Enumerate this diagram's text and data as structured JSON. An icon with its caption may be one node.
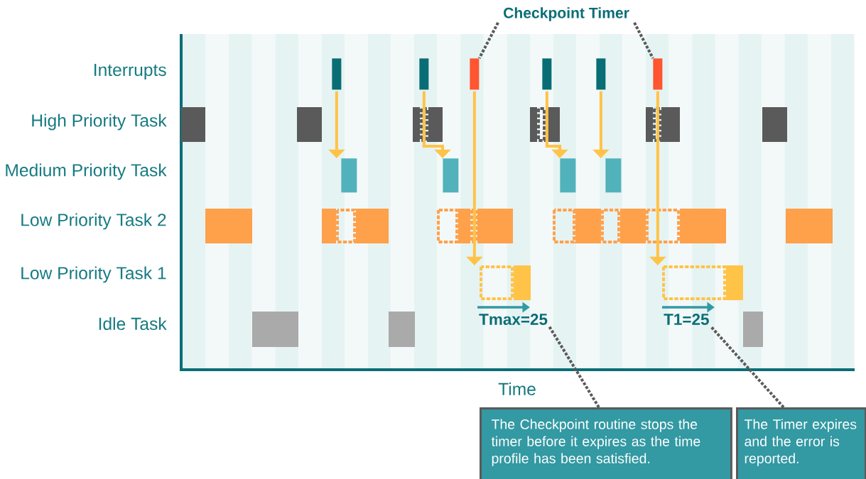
{
  "diagram": {
    "nodes": [
      {
        "text": [
          "Checkpoint Timer"
        ]
      },
      {
        "text": [],
        "shape": "bar"
      },
      {
        "text": [],
        "shape": "bar"
      },
      {
        "text": [],
        "shape": "bar"
      },
      {
        "text": [],
        "shape": "bar"
      },
      {
        "text": [],
        "shape": "bar"
      },
      {
        "text": [],
        "shape": "bar"
      },
      {
        "text": [],
        "shape": "bar"
      },
      {
        "text": [],
        "shape": "bar"
      },
      {
        "text": [],
        "shape": "bar"
      },
      {
        "text": [],
        "shape": "bar"
      },
      {
        "text": [],
        "shape": "box"
      },
      {
        "text": [],
        "shape": "box"
      },
      {
        "text": [
          "Tmax=25"
        ]
      },
      {
        "text": [
          "T1=25"
        ]
      },
      {
        "text": [
          "The Checkpoint routine stops the timer before it expires as the time profile has been satisfied."
        ]
      },
      {
        "text": [
          "The Timer expires and the error is reported."
        ]
      }
    ],
    "edges": [
      {
        "from": 0,
        "to": 3,
        "arrow": "none",
        "style": "dashed",
        "color": "#5a5a5a"
      },
      {
        "from": 0,
        "to": 6,
        "arrow": "none",
        "style": "dashed",
        "color": "#5a5a5a"
      },
      {
        "from": 1,
        "to": 7,
        "arrow": "to"
      },
      {
        "from": 2,
        "to": 8,
        "arrow": "to"
      },
      {
        "from": 3,
        "to": 11,
        "arrow": "to"
      },
      {
        "from": 4,
        "to": 9,
        "arrow": "to"
      },
      {
        "from": 5,
        "to": 10,
        "arrow": "to"
      },
      {
        "from": 6,
        "to": 12,
        "arrow": "to"
      },
      {
        "from": 15,
        "to": 13,
        "arrow": "none",
        "style": "dashed",
        "color": "#5a5a5a"
      },
      {
        "from": 16,
        "to": 14,
        "arrow": "none",
        "style": "dashed",
        "color": "#5a5a5a"
      }
    ],
    "labels": [
      "Interrupts",
      "High Priority Task",
      "Medium Priority Task",
      "Low Priority Task 2",
      "Low Priority Task 1",
      "Idle Task",
      "Time"
    ]
  }
}
